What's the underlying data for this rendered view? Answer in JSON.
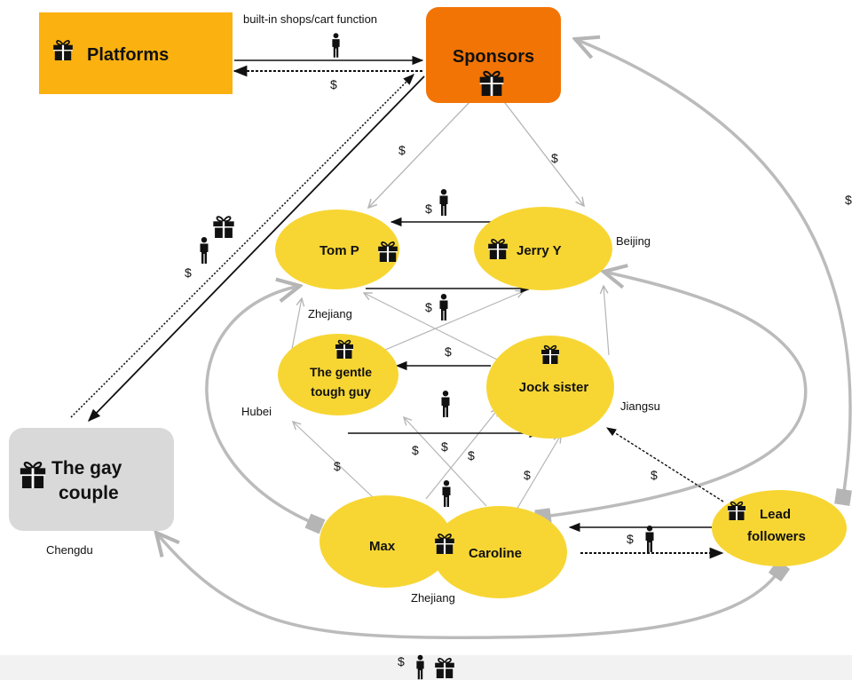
{
  "nodes": {
    "platforms": {
      "label": "Platforms",
      "color": "#fbb10f"
    },
    "sponsors": {
      "label": "Sponsors",
      "color": "#f27405"
    },
    "gay_couple": {
      "line1": "The gay",
      "line2": "couple",
      "color": "#d9d9d9"
    },
    "tom": {
      "label": "Tom P",
      "color": "#f7d634"
    },
    "jerry": {
      "label": "Jerry Y"
    },
    "gentle": {
      "line1": "The gentle",
      "line2": "tough guy"
    },
    "jock": {
      "label": "Jock sister"
    },
    "max": {
      "label": "Max"
    },
    "caroline": {
      "label": "Caroline"
    },
    "lead": {
      "line1": "Lead",
      "line2": "followers"
    }
  },
  "places": {
    "beijing": "Beijing",
    "zhejiang_top": "Zhejiang",
    "hubei": "Hubei",
    "jiangsu": "Jiangsu",
    "chengdu": "Chengdu",
    "zhejiang_bottom": "Zhejiang"
  },
  "edge_labels": {
    "shop": "built-in shops/cart function",
    "dollar": "$"
  },
  "icons": {
    "person": "person-icon",
    "gift": "gift-icon"
  }
}
